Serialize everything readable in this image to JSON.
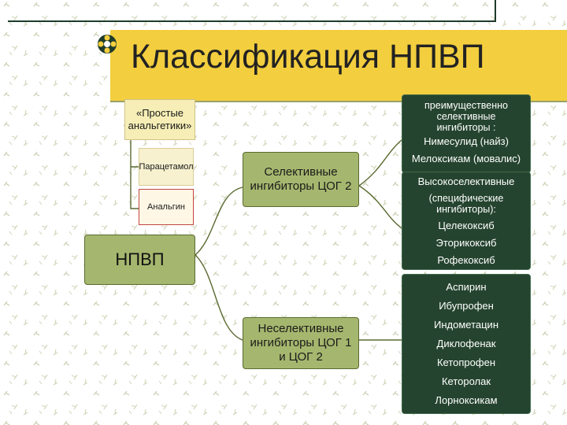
{
  "slide": {
    "title": "Классификация НПВП"
  },
  "diagram": {
    "root": "НПВП",
    "simple_analgesics": {
      "label": "«Простые анальгетики»",
      "children": [
        "Парацетамол",
        "Анальгин"
      ]
    },
    "selective": {
      "label": "Селективные ингибиторы ЦОГ 2",
      "preferential": {
        "header": "преимущественно селективные ингибиторы :",
        "drugs": [
          "Нимесулид (найз)",
          "Мелоксикам (мовалис)"
        ]
      },
      "highly_selective": {
        "header": "Высокоселективные",
        "subheader": "(специфические ингибиторы):",
        "drugs": [
          "Целекоксиб",
          "Эторикоксиб",
          "Рофекоксиб"
        ]
      }
    },
    "nonselective": {
      "label": "Неселективные ингибиторы ЦОГ 1 и ЦОГ 2",
      "drugs": [
        "Аспирин",
        "Ибупрофен",
        "Индометацин",
        "Диклофенак",
        "Кетопрофен",
        "Кеторолак",
        "Лорноксикам"
      ]
    }
  },
  "colors": {
    "title_bar": "#f3ce3e",
    "green_box": "#a5b76e",
    "dark_green_box": "#25442f",
    "pale_box": "#f6eeb6",
    "highlight_border": "#c2463f",
    "connector": "#5a6a30"
  }
}
